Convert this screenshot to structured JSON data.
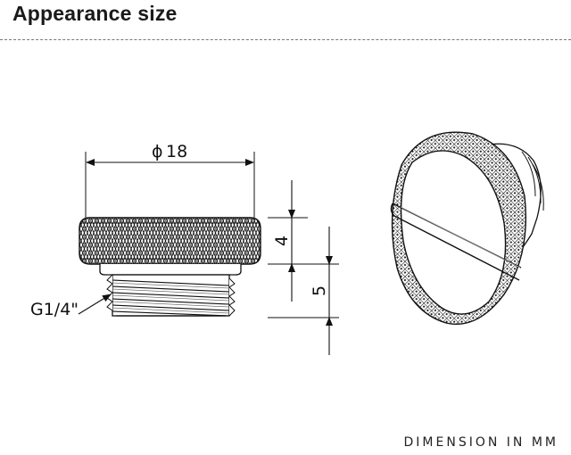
{
  "header": {
    "title": "Appearance size"
  },
  "drawing": {
    "diameter_symbol": "ϕ",
    "diameter_value": "18",
    "thread_label": "G1/4\"",
    "head_height": "4",
    "thread_height": "5"
  },
  "footer": {
    "units": "DIMENSION IN MM"
  },
  "colors": {
    "line": "#111111",
    "text": "#1a1a1a",
    "divider": "#777777"
  }
}
